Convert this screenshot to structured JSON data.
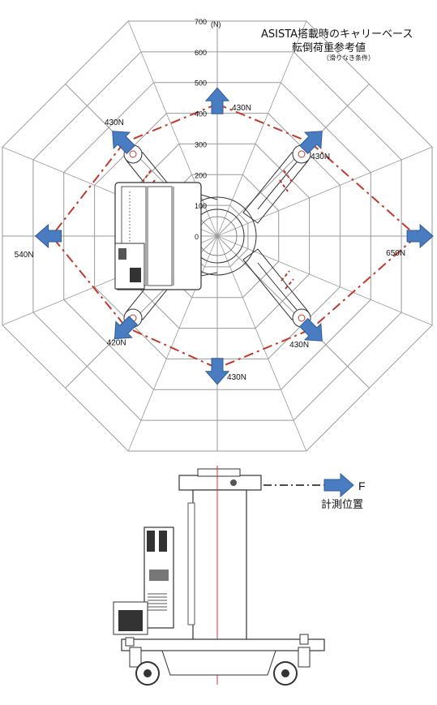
{
  "title": {
    "line1": "ASISTA搭載時のキャリーベース",
    "line2": "転倒荷重参考値",
    "line3": "（滑りなき条件）"
  },
  "chart_data": {
    "type": "radar",
    "unit": "(N)",
    "ticks": [
      0,
      100,
      200,
      300,
      400,
      500,
      600,
      700
    ],
    "rmax": 700,
    "directions": [
      {
        "dir": "N",
        "value": 430,
        "label": "430N"
      },
      {
        "dir": "NE",
        "value": 430,
        "label": "430N"
      },
      {
        "dir": "E",
        "value": 650,
        "label": "650N"
      },
      {
        "dir": "SE",
        "value": 430,
        "label": "430N"
      },
      {
        "dir": "S",
        "value": 430,
        "label": "430N"
      },
      {
        "dir": "SW",
        "value": 420,
        "label": "420N"
      },
      {
        "dir": "W",
        "value": 540,
        "label": "540N"
      },
      {
        "dir": "NW",
        "value": 430,
        "label": "430N"
      }
    ]
  },
  "side_view": {
    "force_label": "F",
    "measure_label": "計測位置"
  },
  "colors": {
    "arrow": "#4a7cc2",
    "arrow_edge": "#2f5b99",
    "limit_line": "#c0392b",
    "grid": "#9a9a9a",
    "drawing": "#333333"
  }
}
